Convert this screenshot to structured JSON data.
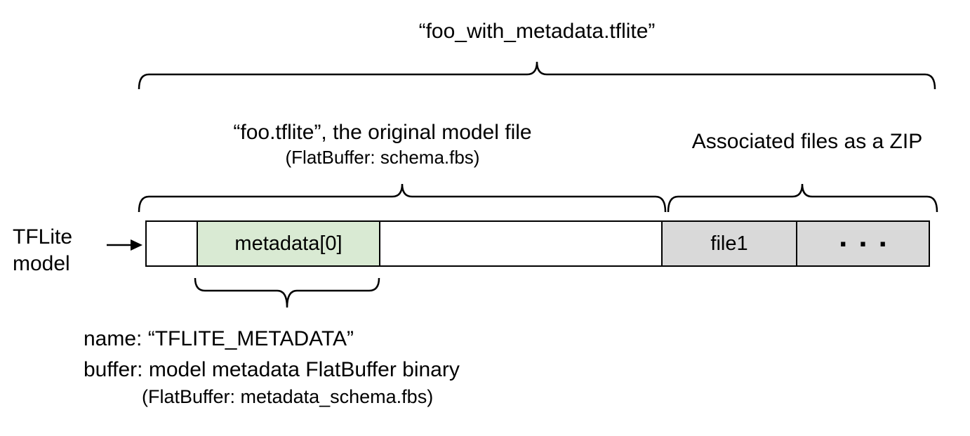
{
  "title": "“foo_with_metadata.tflite”",
  "model_section": {
    "line1": "“foo.tflite”, the original model file",
    "line2": "(FlatBuffer: schema.fbs)"
  },
  "zip_section": {
    "label": "Associated files as a ZIP"
  },
  "left_label": {
    "line1": "TFLite",
    "line2": "model"
  },
  "bar": {
    "segments": [
      {
        "name": "leading-space",
        "label": "",
        "fill": "white"
      },
      {
        "name": "metadata-buffer",
        "label": "metadata[0]",
        "fill": "green"
      },
      {
        "name": "model-body",
        "label": "",
        "fill": "white"
      },
      {
        "name": "file1",
        "label": "file1",
        "fill": "gray"
      },
      {
        "name": "more-files",
        "label": "...",
        "fill": "gray"
      }
    ]
  },
  "metadata_note": {
    "line1": "name: “TFLITE_METADATA”",
    "line2": "buffer: model metadata FlatBuffer binary",
    "line3": "(FlatBuffer: metadata_schema.fbs)"
  },
  "colors": {
    "metadata_fill": "#d9ead3",
    "associated_file_fill": "#d9d9d9",
    "border": "#000000",
    "text": "#000000",
    "background": "#ffffff"
  }
}
